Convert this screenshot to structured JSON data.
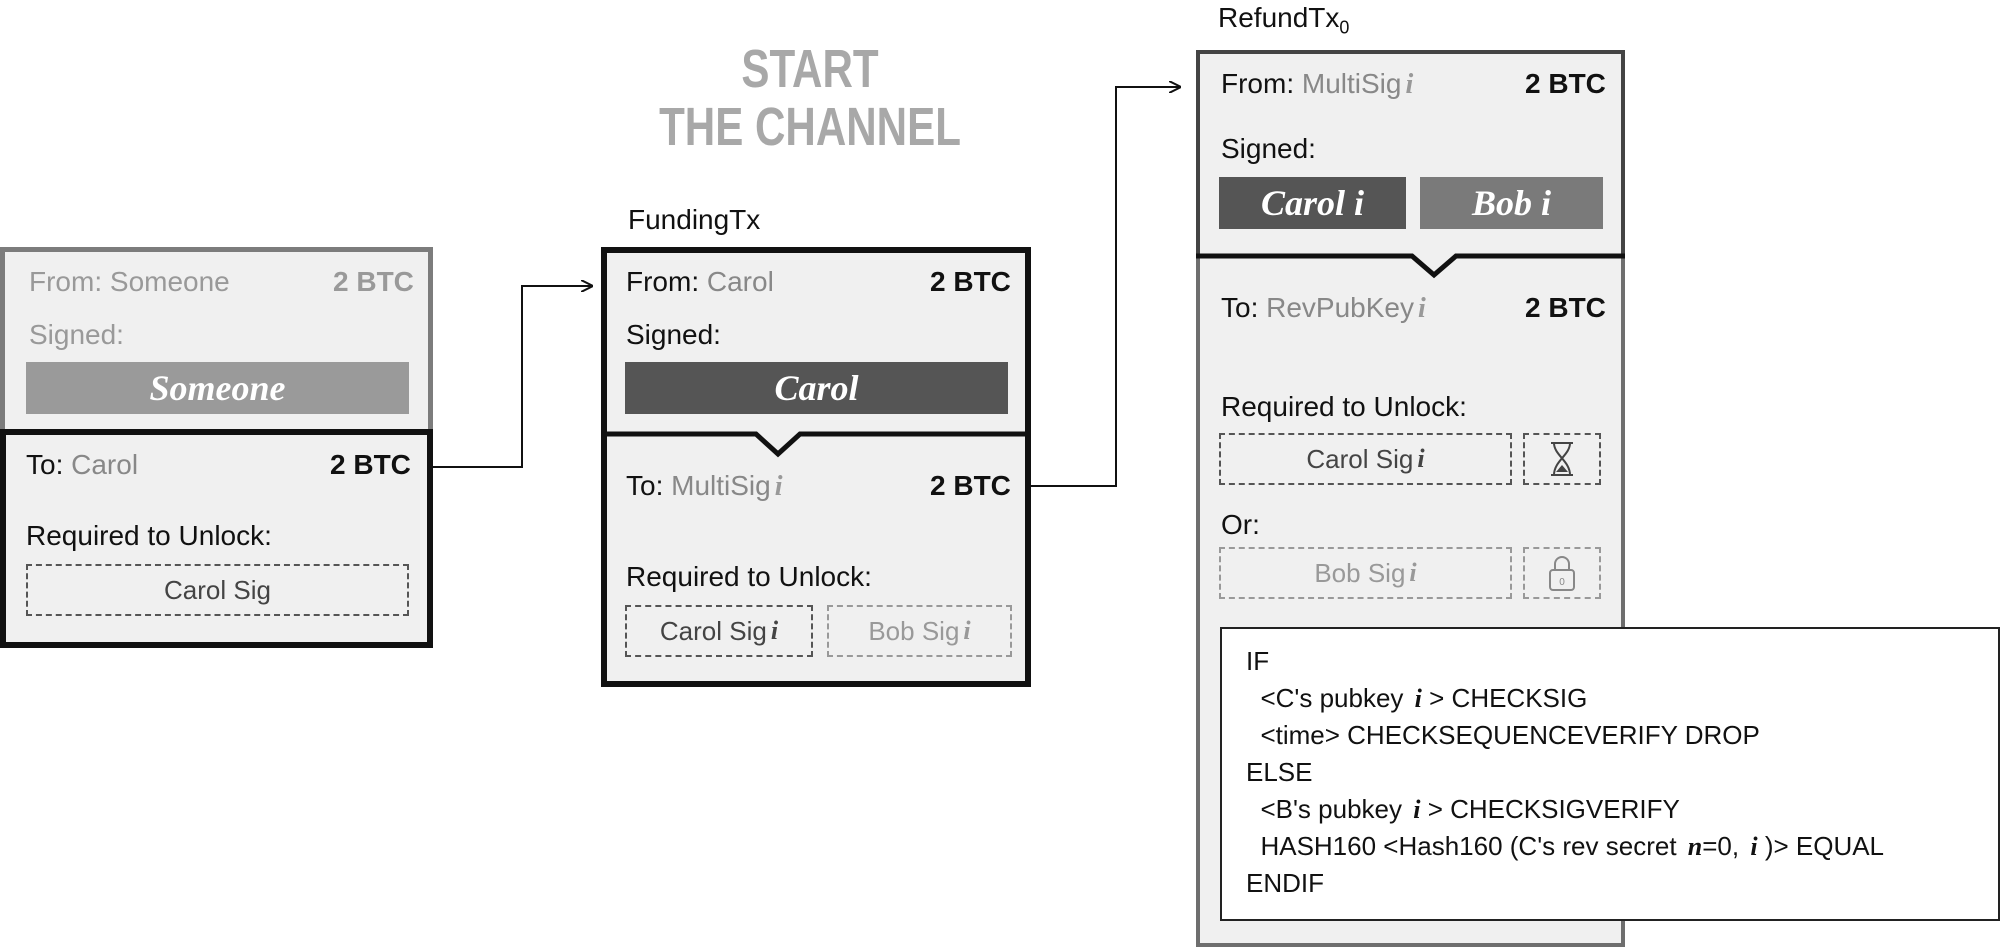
{
  "header": {
    "line1": "START",
    "line2": "THE CHANNEL"
  },
  "icons": {
    "info": "italic-i-icon",
    "timelock": "hourglass-icon",
    "lock": "padlock-icon",
    "arrow": "arrow-right-icon"
  },
  "colors": {
    "dark_sig": "#555555",
    "mid_sig": "#7a7a7a",
    "light_sig": "#9a9a9a",
    "box_bg": "#f0f0f0"
  },
  "left_tx": {
    "from_label": "From:",
    "from_value": "Someone",
    "amount_top": "2 BTC",
    "signed_label": "Signed:",
    "signature": "Someone",
    "to_label": "To:",
    "to_value": "Carol",
    "amount_bottom": "2 BTC",
    "unlock_label": "Required to Unlock:",
    "unlock_sig": "Carol Sig"
  },
  "funding_tx": {
    "title": "FundingTx",
    "from_label": "From:",
    "from_value": "Carol",
    "amount_top": "2 BTC",
    "signed_label": "Signed:",
    "signature": "Carol",
    "to_label": "To:",
    "to_value": "MultiSig",
    "amount_bottom": "2 BTC",
    "unlock_label": "Required to Unlock:",
    "unlock_sig1": "Carol Sig",
    "unlock_sig2": "Bob Sig"
  },
  "refund_tx": {
    "title": "RefundTx",
    "title_sub": "0",
    "from_label": "From:",
    "from_value": "MultiSig",
    "amount_top": "2 BTC",
    "signed_label": "Signed:",
    "sig1": "Carol",
    "sig2": "Bob",
    "sig_suffix": "i",
    "to_label": "To:",
    "to_value": "RevPubKey",
    "amount_bottom": "2 BTC",
    "unlock_label": "Required to Unlock:",
    "unlock_sig1": "Carol Sig",
    "or_label": "Or:",
    "unlock_sig2": "Bob Sig"
  },
  "script": {
    "lines": [
      {
        "pre": "IF",
        "post": ""
      },
      {
        "pre": "  <C's pubkey ",
        "post": " > CHECKSIG"
      },
      {
        "pre": "  <time> CHECKSEQUENCEVERIFY DROP",
        "post": ""
      },
      {
        "pre": "ELSE",
        "post": ""
      },
      {
        "pre": "  <B's pubkey ",
        "post": " > CHECKSIGVERIFY"
      },
      {
        "pre": "  HASH160 <Hash160 (C's rev secret ",
        "post": ")> EQUAL"
      },
      {
        "pre": "ENDIF",
        "post": ""
      }
    ],
    "n_symbol": "n",
    "n_value": "=0,"
  }
}
